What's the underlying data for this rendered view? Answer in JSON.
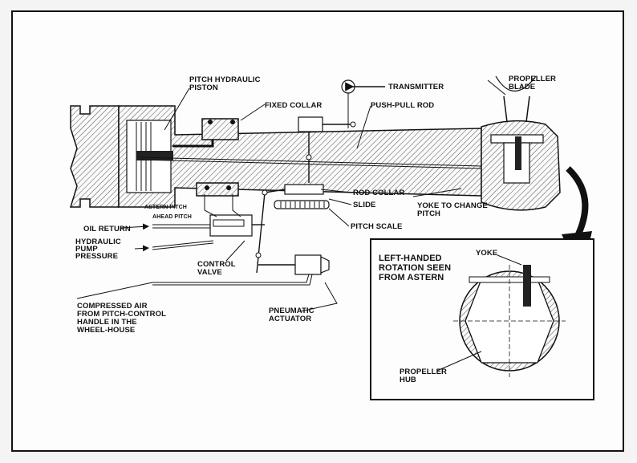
{
  "labels": {
    "pitch_hydraulic_piston": [
      "PITCH HYDRAULIC",
      "PISTON"
    ],
    "fixed_collar": "FIXED COLLAR",
    "transmitter": "TRANSMITTER",
    "push_pull_rod": "PUSH-PULL ROD",
    "propeller_blade": [
      "PROPELLER",
      "BLADE"
    ],
    "rod_collar": "ROD COLLAR",
    "slide": "SLIDE",
    "yoke_to_change_pitch": [
      "YOKE TO CHANGE",
      "PITCH"
    ],
    "astern_pitch": "ASTERN PITCH",
    "ahead_pitch": "AHEAD PITCH",
    "pitch_scale": "PITCH SCALE",
    "oil_return": "OIL RETURN",
    "hydraulic_pump_pressure": [
      "HYDRAULIC",
      "PUMP",
      "PRESSURE"
    ],
    "control_valve": [
      "CONTROL",
      "VALVE"
    ],
    "compressed_air": [
      "COMPRESSED AIR",
      "FROM PITCH-CONTROL",
      "HANDLE IN THE",
      "WHEEL-HOUSE"
    ],
    "pneumatic_actuator": [
      "PNEUMATIC",
      "ACTUATOR"
    ]
  },
  "inset": {
    "title": [
      "LEFT-HANDED",
      "ROTATION SEEN",
      "FROM ASTERN"
    ],
    "yoke": "YOKE",
    "propeller_hub": [
      "PROPELLER",
      "HUB"
    ]
  }
}
